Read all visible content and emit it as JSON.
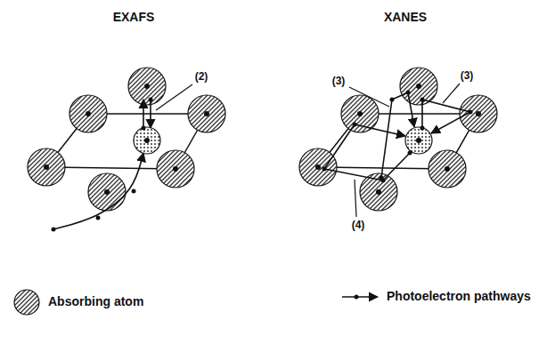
{
  "diagram": {
    "labels": [
      "EXAFS",
      "XANES",
      "(2)",
      "(3)",
      "(3)",
      "(4)"
    ],
    "legend": [
      {
        "text": "Absorbing atom"
      },
      {
        "text": "Photoelectron pathways"
      }
    ]
  }
}
